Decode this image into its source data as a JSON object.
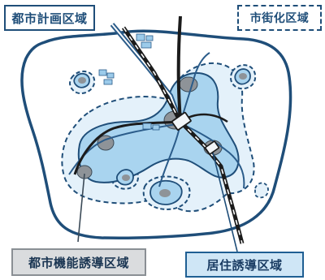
{
  "labels": {
    "city_planning_area": "都市計画区域",
    "urbanization_area": "市街化区域",
    "urban_function_area": "都市機能誘導区域",
    "residential_area": "居住誘導区域"
  },
  "colors": {
    "city_outline": "#1f4e79",
    "urban_fill": "#e4f1fa",
    "residential_fill": "#a9d4ef",
    "function_fill": "#8e9398",
    "railway": "#1b1b1b",
    "road": "#2b5c8a"
  }
}
